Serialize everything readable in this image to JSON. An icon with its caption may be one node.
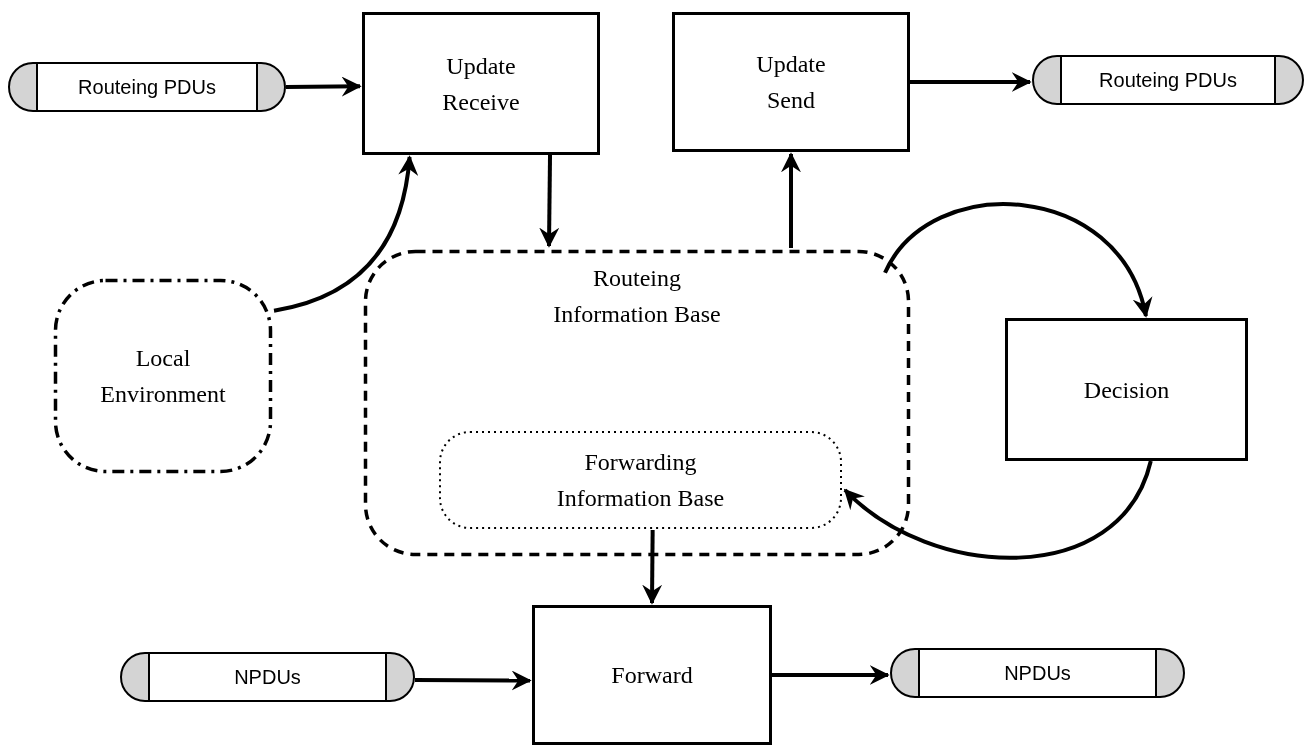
{
  "diagram": {
    "nodes": [
      {
        "text": [
          "Routeing PDUs"
        ]
      },
      {
        "text": [
          "Update Receive"
        ]
      },
      {
        "text": [
          "Update Send"
        ]
      },
      {
        "text": [
          "Routeing PDUs"
        ]
      },
      {
        "text": [
          "Local Environment"
        ]
      },
      {
        "text": [
          "Routeing Information Base"
        ]
      },
      {
        "text": [
          "Forwarding Information Base"
        ],
        "in": 5
      },
      {
        "text": [
          "Decision"
        ]
      },
      {
        "text": [
          "NPDUs"
        ]
      },
      {
        "text": [
          "Forward"
        ]
      },
      {
        "text": [
          "NPDUs"
        ]
      }
    ],
    "edges": [
      {
        "from": 0,
        "to": 1,
        "arrow": "to"
      },
      {
        "from": 4,
        "to": 1,
        "arrow": "to"
      },
      {
        "from": 1,
        "to": 5,
        "arrow": "to"
      },
      {
        "from": 5,
        "to": 2,
        "arrow": "to"
      },
      {
        "from": 2,
        "to": 3,
        "arrow": "to"
      },
      {
        "from": 5,
        "to": 7,
        "arrow": "to"
      },
      {
        "from": 7,
        "to": 6,
        "arrow": "to"
      },
      {
        "from": 6,
        "to": 9,
        "arrow": "to"
      },
      {
        "from": 8,
        "to": 9,
        "arrow": "to"
      },
      {
        "from": 9,
        "to": 10,
        "arrow": "to"
      }
    ]
  }
}
